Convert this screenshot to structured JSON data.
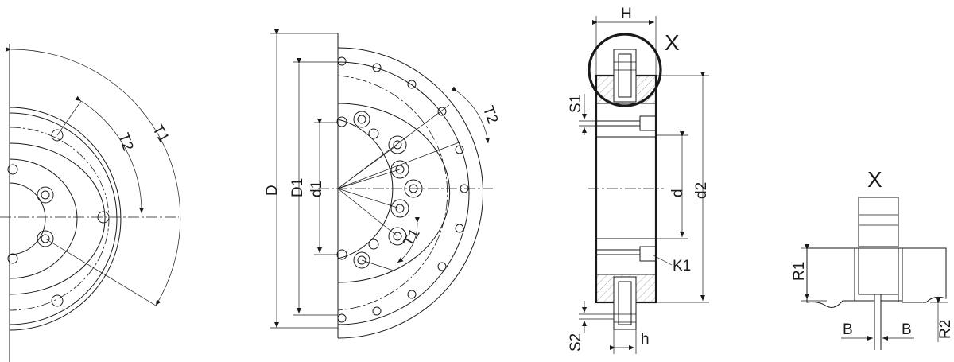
{
  "view_front_left": {
    "label_T1": "T1",
    "label_T2": "T2"
  },
  "view_front_mid": {
    "label_D": "D",
    "label_D1": "D1",
    "label_d1": "d1",
    "label_T1": "T1",
    "label_T2": "T2"
  },
  "view_section": {
    "label_H": "H",
    "label_X": "X",
    "label_S1": "S1",
    "label_S2": "S2",
    "label_d": "d",
    "label_d2": "d2",
    "label_K1": "K1",
    "label_h": "h"
  },
  "view_detail": {
    "label_X": "X",
    "label_R1": "R1",
    "label_R2": "R2",
    "label_B_left": "B",
    "label_B_right": "B"
  }
}
